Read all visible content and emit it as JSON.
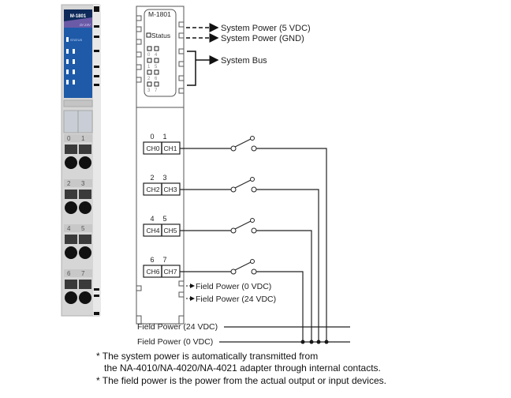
{
  "module": {
    "model": "M-1801",
    "subtitle": "DI 24V",
    "status_label": "STATUS",
    "terminal_labels": [
      "0",
      "1",
      "2",
      "3",
      "4",
      "5",
      "6",
      "7"
    ],
    "colors": {
      "body": "#d8d8d8",
      "panel": "#1e5aa8",
      "panel_dark": "#0e2f6a",
      "purple": "#6b5aa6"
    }
  },
  "schematic": {
    "model": "M-1801",
    "status_label": "Status",
    "led_labels": [
      "0",
      "4",
      "1",
      "5",
      "2",
      "6",
      "3",
      "7"
    ],
    "channels": [
      {
        "pins": [
          "0",
          "1"
        ],
        "labels": [
          "CH0",
          "CH1"
        ]
      },
      {
        "pins": [
          "2",
          "3"
        ],
        "labels": [
          "CH2",
          "CH3"
        ]
      },
      {
        "pins": [
          "4",
          "5"
        ],
        "labels": [
          "CH4",
          "CH5"
        ]
      },
      {
        "pins": [
          "6",
          "7"
        ],
        "labels": [
          "CH6",
          "CH7"
        ]
      }
    ]
  },
  "connections": {
    "system_power_5v": "System Power (5 VDC)",
    "system_power_gnd": "System Power (GND)",
    "system_bus": "System Bus",
    "field_power_0v_out": "Field Power (0 VDC)",
    "field_power_24v_out": "Field Power (24 VDC)",
    "field_power_24v_rail": "Field Power (24 VDC)",
    "field_power_0v_rail": "Field Power (0 VDC)"
  },
  "notes": [
    "* The system power is automatically transmitted from\n   the NA-4010/NA-4020/NA-4021 adapter through internal contacts.",
    "* The field power is the power from the actual output or input devices."
  ]
}
